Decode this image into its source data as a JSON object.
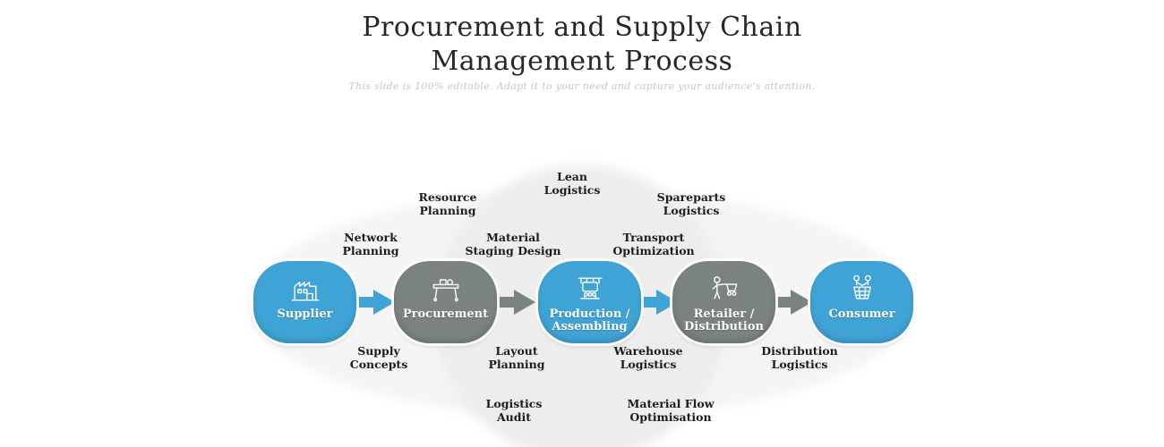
{
  "slide": {
    "title_line1": "Procurement and Supply Chain",
    "title_line2": "Management Process",
    "subtitle": "This slide is 100% editable. Adapt it to your need and capture your audience's attention."
  },
  "colors": {
    "node_blue": "#3FA3D6",
    "node_gray": "#7A8382",
    "label_text": "#1C1C1C",
    "title_text": "#272727"
  },
  "nodes": [
    {
      "id": "supplier",
      "line1": "Supplier",
      "line2": "",
      "color": "#3FA3D6",
      "icon": "factory-boxes-icon"
    },
    {
      "id": "procurement",
      "line1": "Procurement",
      "line2": "",
      "color": "#7A8382",
      "icon": "workbench-icon"
    },
    {
      "id": "production",
      "line1": "Production /",
      "line2": "Assembling",
      "color": "#3FA3D6",
      "icon": "assembly-machine-icon"
    },
    {
      "id": "retailer",
      "line1": "Retailer /",
      "line2": "Distribution",
      "color": "#7A8382",
      "icon": "shopper-cart-icon"
    },
    {
      "id": "consumer",
      "line1": "Consumer",
      "line2": "",
      "color": "#3FA3D6",
      "icon": "market-basket-icon"
    }
  ],
  "arrows": [
    {
      "color": "#3FA3D6"
    },
    {
      "color": "#7A8382"
    },
    {
      "color": "#3FA3D6"
    },
    {
      "color": "#7A8382"
    }
  ],
  "floating_labels": {
    "network_planning": {
      "line1": "Network",
      "line2": "Planning"
    },
    "resource_planning": {
      "line1": "Resource",
      "line2": "Planning"
    },
    "lean_logistics": {
      "line1": "Lean",
      "line2": "Logistics"
    },
    "material_staging": {
      "line1": "Material",
      "line2": "Staging Design"
    },
    "transport_optimization": {
      "line1": "Transport",
      "line2": "Optimization"
    },
    "spareparts_logistics": {
      "line1": "Spareparts",
      "line2": "Logistics"
    },
    "supply_concepts": {
      "line1": "Supply",
      "line2": "Concepts"
    },
    "layout_planning": {
      "line1": "Layout",
      "line2": "Planning"
    },
    "warehouse_logistics": {
      "line1": "Warehouse",
      "line2": "Logistics"
    },
    "distribution_logistics": {
      "line1": "Distribution",
      "line2": "Logistics"
    },
    "logistics_audit": {
      "line1": "Logistics",
      "line2": "Audit"
    },
    "material_flow": {
      "line1": "Material Flow",
      "line2": "Optimisation"
    }
  }
}
